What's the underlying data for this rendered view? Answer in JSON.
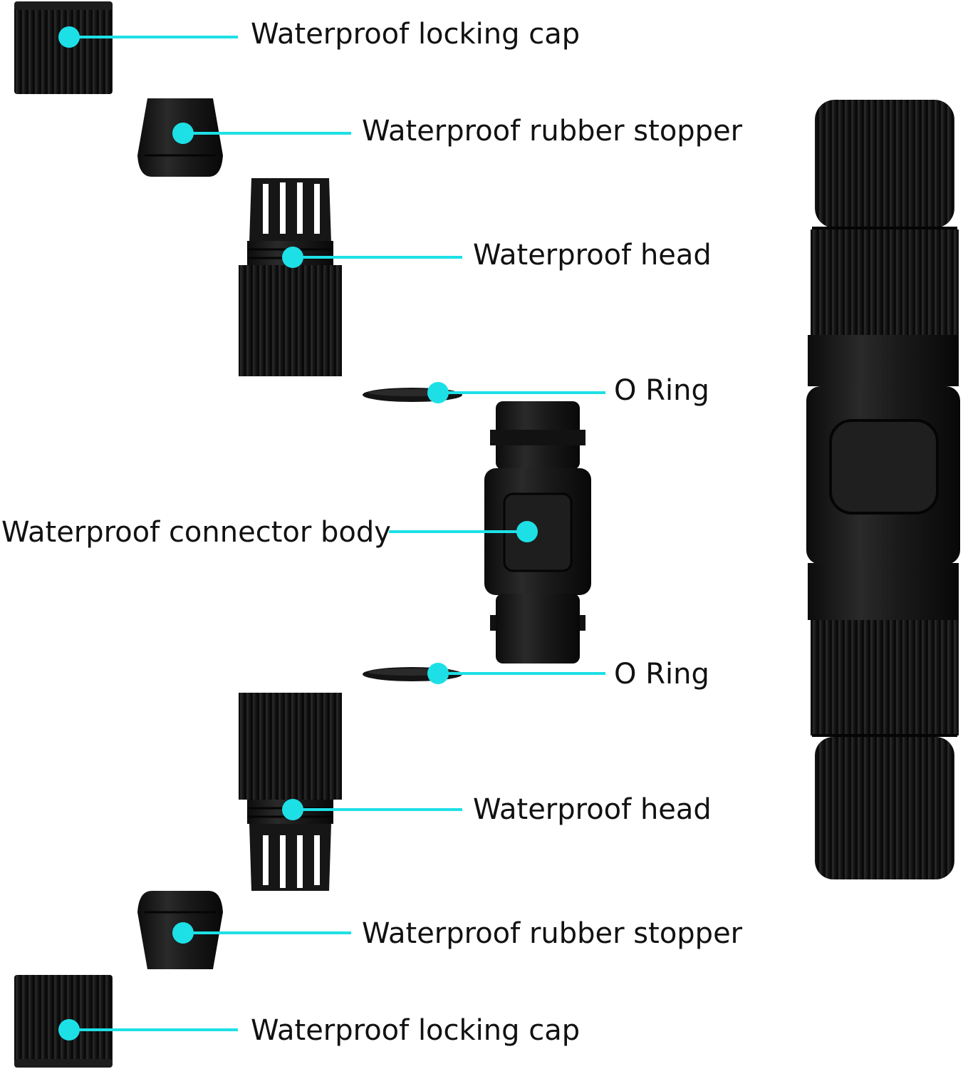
{
  "theme": {
    "accent": "#1de0e6",
    "part_color": "#151515",
    "background": "#ffffff"
  },
  "callouts": {
    "cap_top": "Waterproof locking cap",
    "stopper_top": "Waterproof rubber stopper",
    "head_top": "Waterproof head",
    "oring_top": "O Ring",
    "body": "Waterproof connector body",
    "oring_bottom": "O Ring",
    "head_bottom": "Waterproof head",
    "stopper_bottom": "Waterproof rubber stopper",
    "cap_bottom": "Waterproof locking cap"
  }
}
